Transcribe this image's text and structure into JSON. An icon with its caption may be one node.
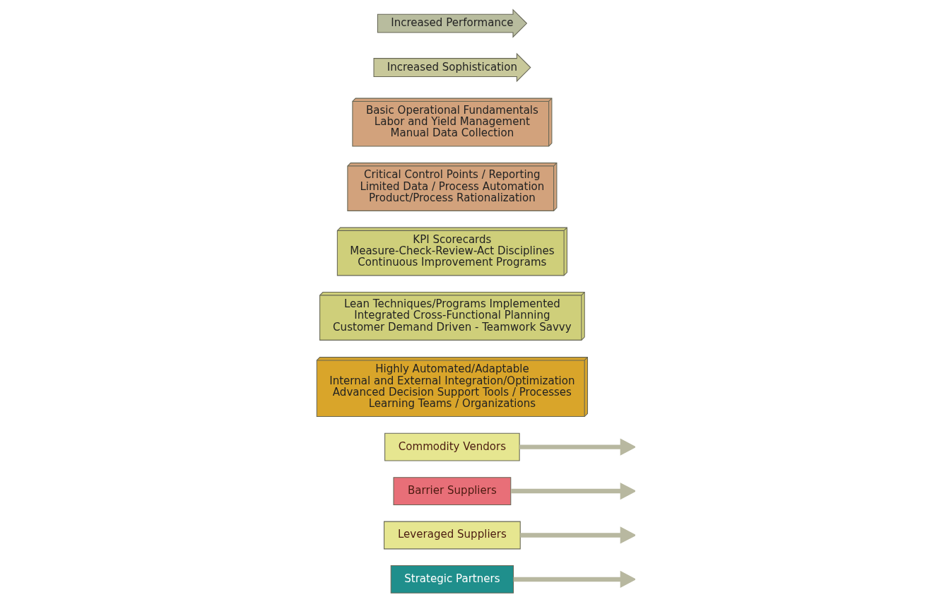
{
  "diagram": {
    "nodes": [
      {
        "text": [
          "Strategic Partners"
        ]
      },
      {
        "text": [
          "Leveraged Suppliers"
        ]
      },
      {
        "text": [
          "Barrier Suppliers"
        ]
      },
      {
        "text": [
          "Commodity Vendors"
        ]
      },
      {
        "text": [
          "Highly Automated/Adaptable",
          "Internal and External Integration/Optimization",
          "Advanced Decision Support Tools / Processes",
          "Learning Teams / Organizations"
        ]
      },
      {
        "text": [
          "Lean Techniques/Programs Implemented",
          "Integrated Cross-Functional Planning",
          "Customer Demand Driven - Teamwork Savvy"
        ]
      },
      {
        "text": [
          "KPI Scorecards",
          "Measure-Check-Review-Act Disciplines",
          "Continuous Improvement Programs"
        ]
      },
      {
        "text": [
          "Critical Control Points / Reporting",
          "Limited Data / Process Automation",
          "Product/Process Rationalization"
        ]
      },
      {
        "text": [
          "Basic Operational Fundamentals",
          "Labor and Yield Management",
          "Manual Data Collection"
        ]
      },
      {
        "text": [
          "Increased Sophistication"
        ]
      },
      {
        "text": [
          "Increased Performance"
        ]
      }
    ],
    "edges": [
      {
        "from": 0,
        "to": null,
        "arrow": "to"
      },
      {
        "from": 1,
        "to": null,
        "arrow": "to"
      },
      {
        "from": 2,
        "to": null,
        "arrow": "to"
      },
      {
        "from": 3,
        "to": null,
        "arrow": "to"
      }
    ]
  }
}
